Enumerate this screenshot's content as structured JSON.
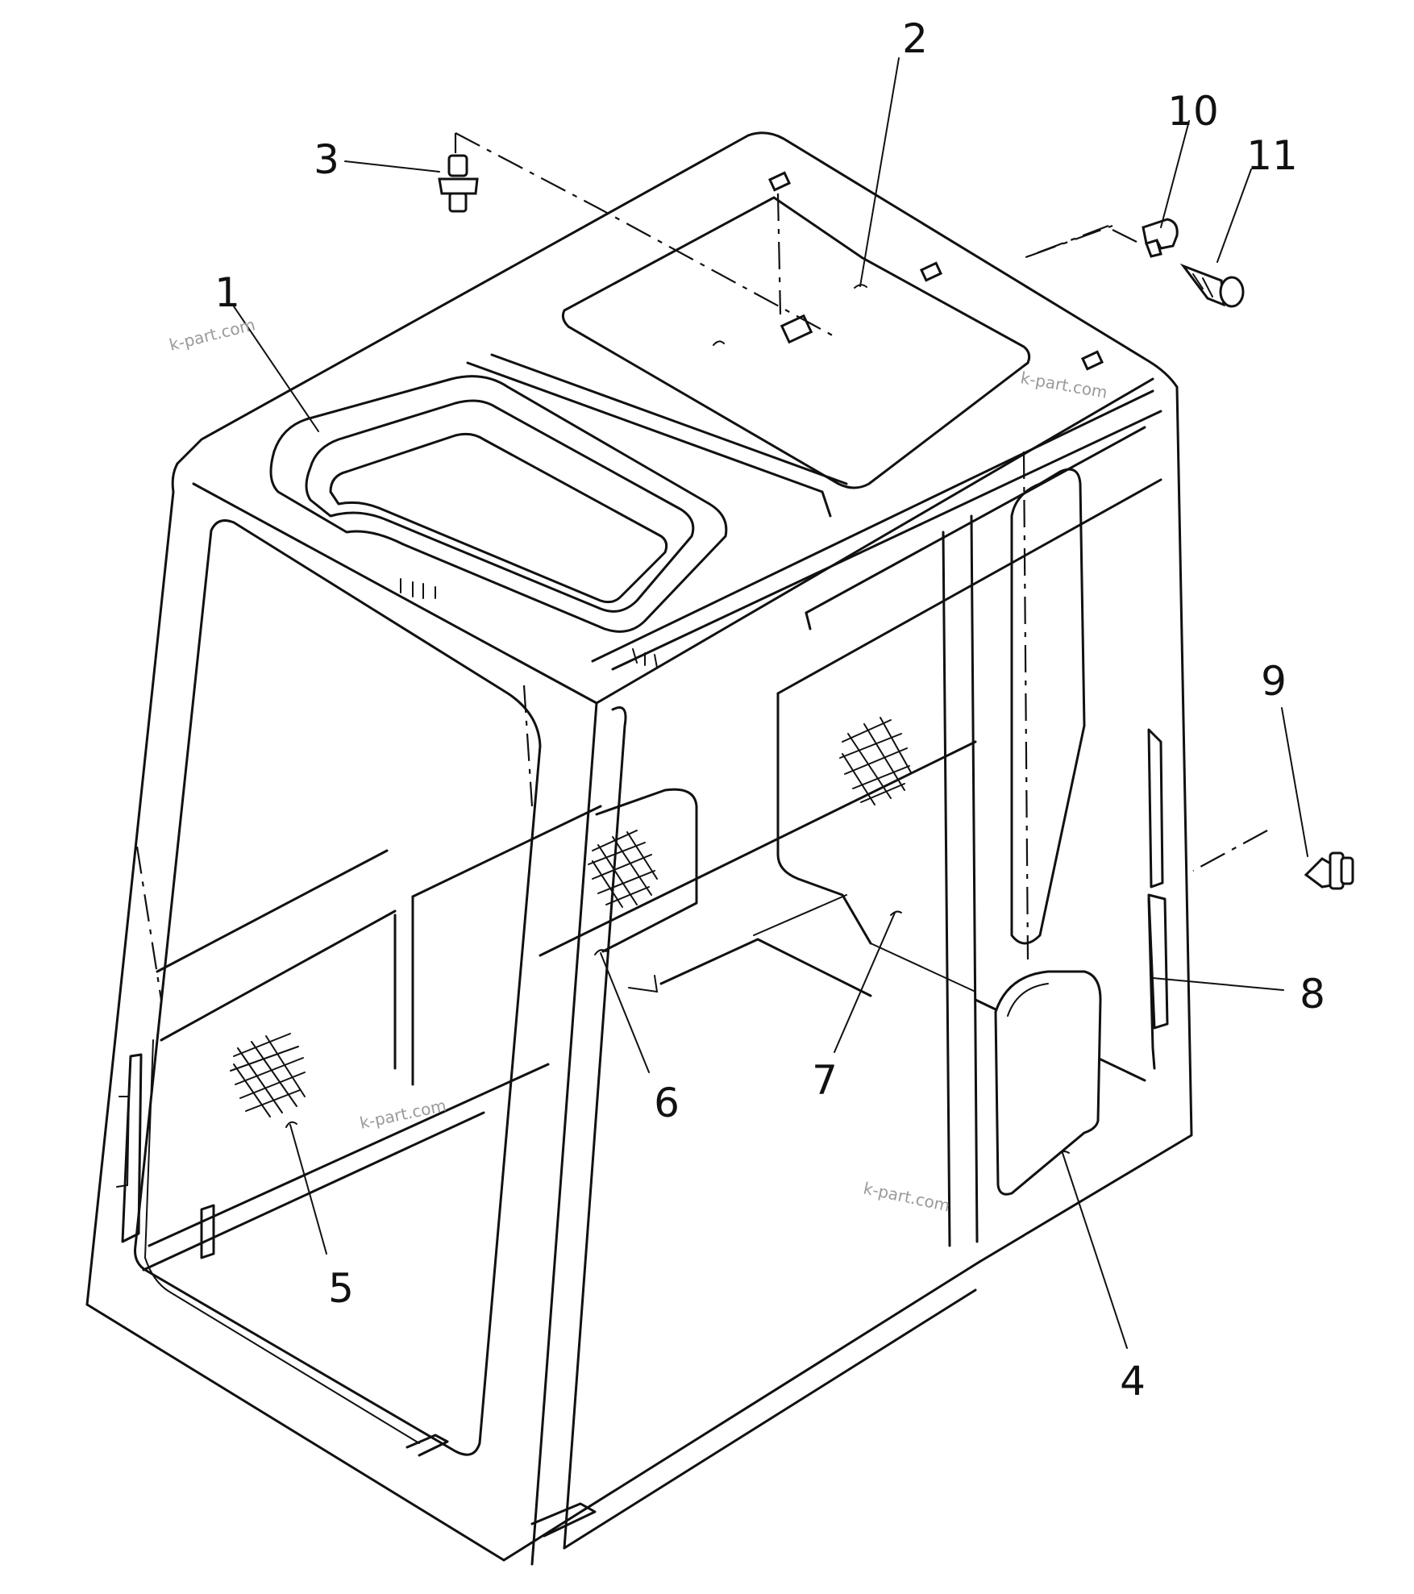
{
  "watermark": "k-part.com",
  "callouts": [
    {
      "id": "1",
      "label": "1"
    },
    {
      "id": "2",
      "label": "2"
    },
    {
      "id": "3",
      "label": "3"
    },
    {
      "id": "4",
      "label": "4"
    },
    {
      "id": "5",
      "label": "5"
    },
    {
      "id": "6",
      "label": "6"
    },
    {
      "id": "7",
      "label": "7"
    },
    {
      "id": "8",
      "label": "8"
    },
    {
      "id": "9",
      "label": "9"
    },
    {
      "id": "10",
      "label": "10"
    },
    {
      "id": "11",
      "label": "11"
    }
  ],
  "colors": {
    "line": "#111111",
    "background": "#ffffff",
    "watermark": "#9a9a9a"
  }
}
